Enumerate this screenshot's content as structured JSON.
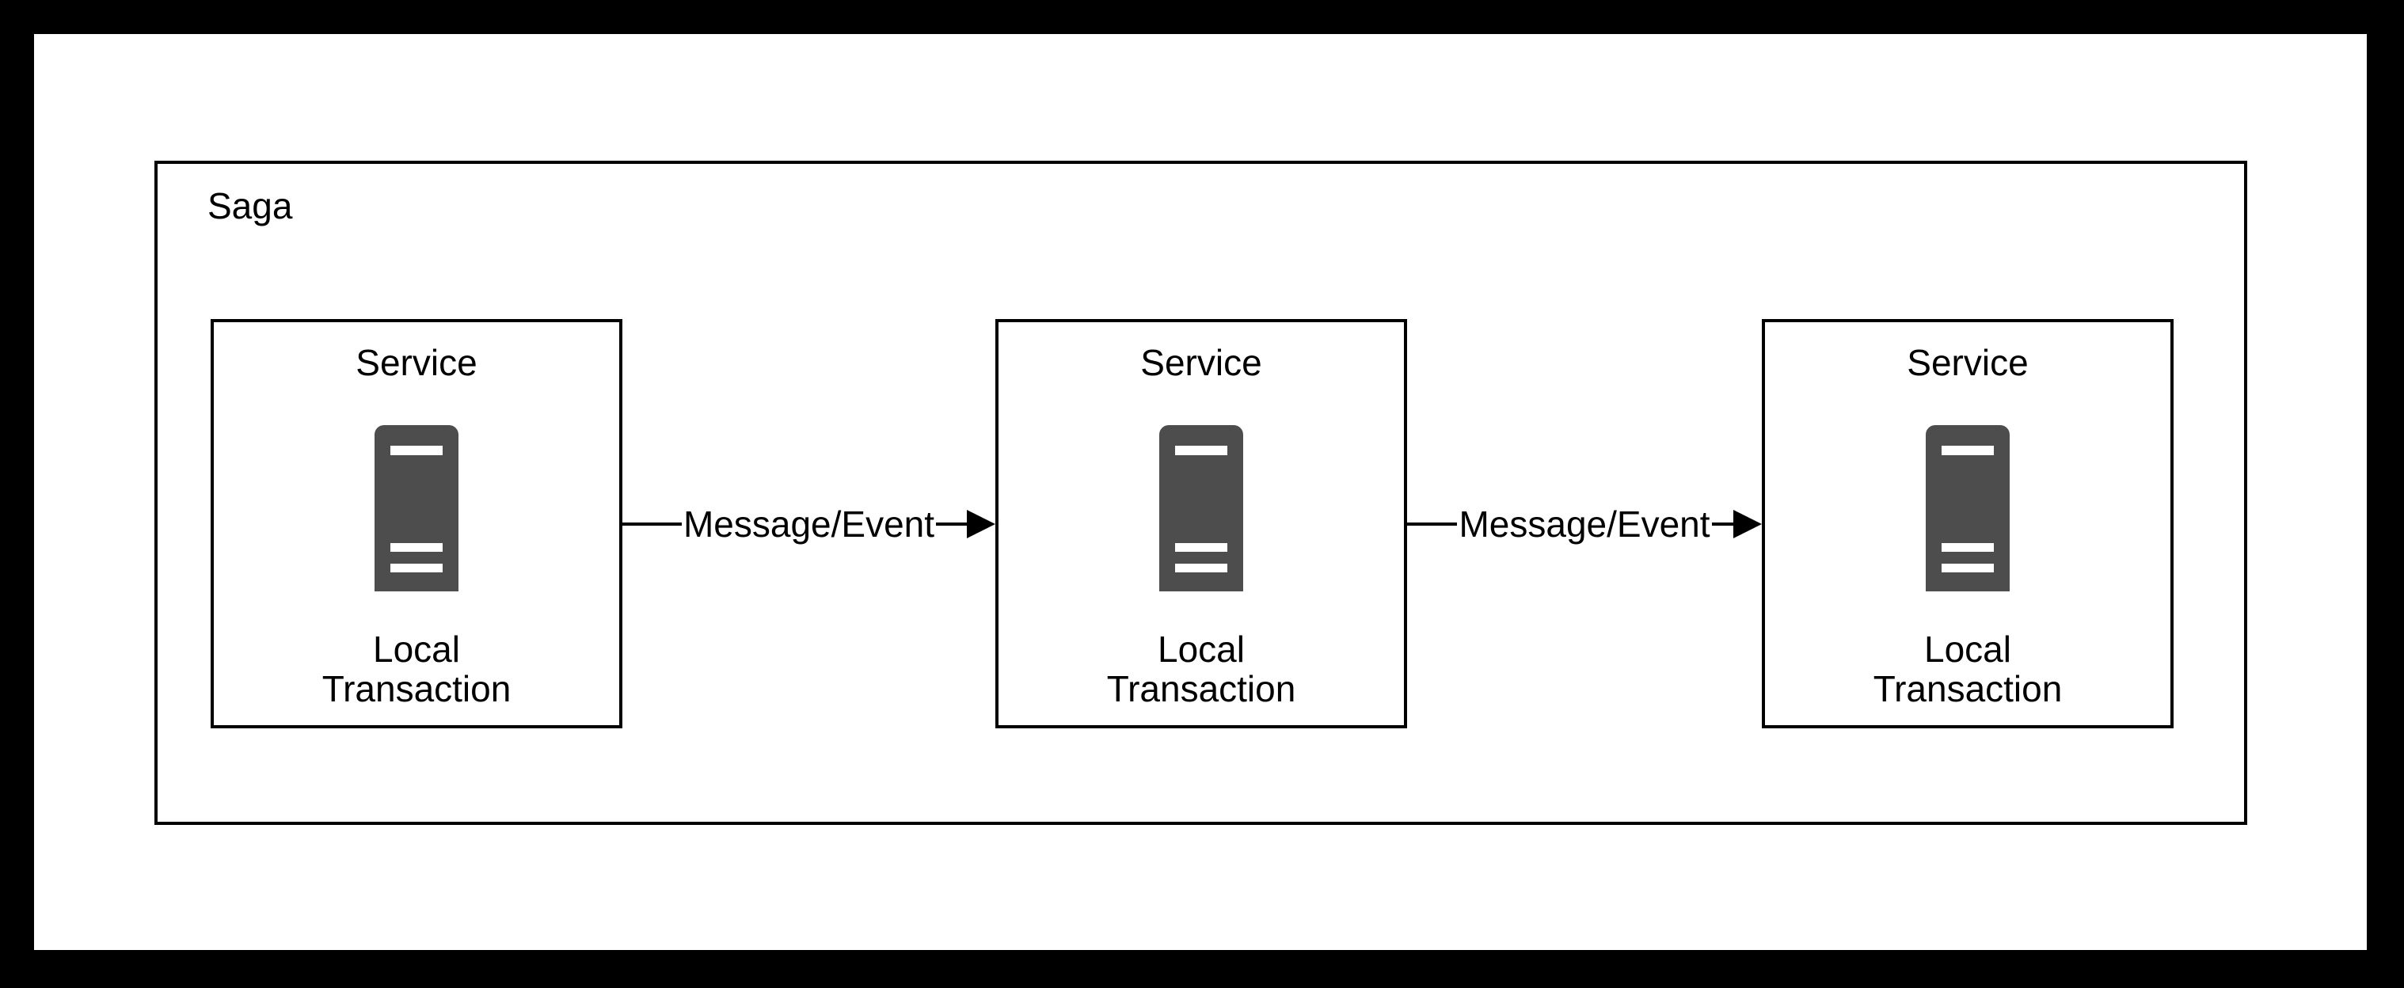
{
  "colors": {
    "frame": "#000000",
    "canvas": "#ffffff",
    "stroke": "#000000",
    "text": "#000000",
    "icon_fill": "#4d4d4d",
    "icon_stripe": "#ffffff"
  },
  "saga": {
    "label": "Saga",
    "services": [
      {
        "title": "Service",
        "icon": "server-icon",
        "body": "Local Transaction"
      },
      {
        "title": "Service",
        "icon": "server-icon",
        "body": "Local Transaction"
      },
      {
        "title": "Service",
        "icon": "server-icon",
        "body": "Local Transaction"
      }
    ],
    "connectors": [
      {
        "label": "Message/Event"
      },
      {
        "label": "Message/Event"
      }
    ]
  }
}
